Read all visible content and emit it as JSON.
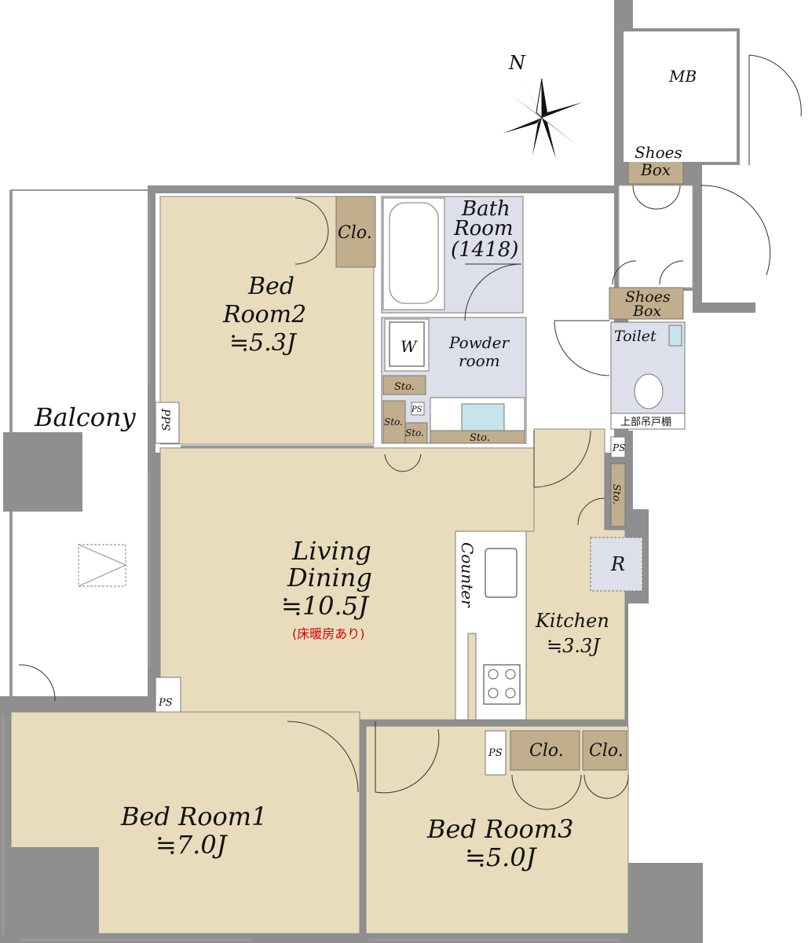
{
  "compass": {
    "north_label": "N"
  },
  "rooms": {
    "mb": "MB",
    "shoes_box_top_1": "Shoes",
    "shoes_box_top_2": "Box",
    "shoes_box_mid_1": "Shoes",
    "shoes_box_mid_2": "Box",
    "toilet": "Toilet",
    "toilet_shelf_note": "上部吊戸棚",
    "bath_1": "Bath",
    "bath_2": "Room",
    "bath_3": "(1418)",
    "powder_1": "Powder",
    "powder_2": "room",
    "washer": "W",
    "bedroom2_1": "Bed",
    "bedroom2_2": "Room2",
    "bedroom2_size": "≒5.3J",
    "clo_bedroom2": "Clo.",
    "balcony": "Balcony",
    "pps": "PPS",
    "ps_1": "PS",
    "ps_2": "PS",
    "ps_3": "PS",
    "ps_4": "PS",
    "sto_1": "Sto.",
    "sto_2": "Sto.",
    "sto_3": "Sto.",
    "sto_4": "Sto.",
    "sto_5": "Sto.",
    "living_1": "Living",
    "living_2": "Dining",
    "living_size": "≒10.5J",
    "floor_heating": "(床暖房あり)",
    "counter": "Counter",
    "kitchen": "Kitchen",
    "kitchen_size": "≒3.3J",
    "refrigerator": "R",
    "clo_bedroom3_a": "Clo.",
    "clo_bedroom3_b": "Clo.",
    "bedroom1": "Bed Room1",
    "bedroom1_size": "≒7.0J",
    "bedroom3": "Bed  Room3",
    "bedroom3_size": "≒5.0J"
  },
  "colors": {
    "room_fill": "#e9dcbc",
    "wet_fill": "#dde0ea",
    "wall": "#8f8f8f",
    "storage": "#c1ae8c"
  }
}
